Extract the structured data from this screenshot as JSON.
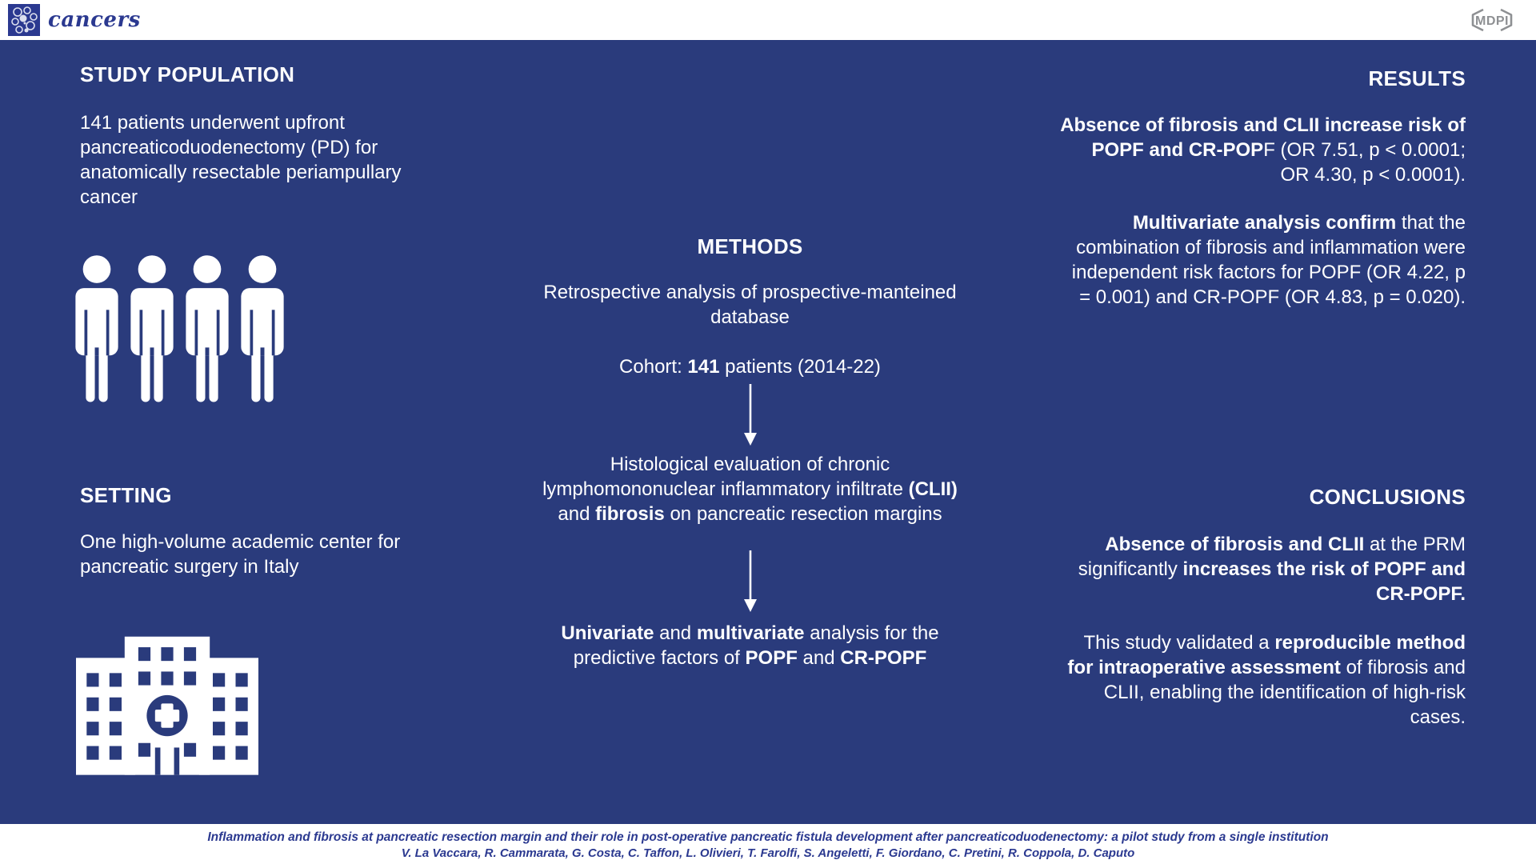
{
  "header": {
    "journal_name": "cancers",
    "publisher": "MDPI"
  },
  "colors": {
    "panel_navy": "#2A3B7C",
    "brand_navy": "#2B3990",
    "mdpi_gray": "#8E9093",
    "text_white": "#FFFFFF"
  },
  "study_population": {
    "heading": "STUDY POPULATION",
    "text": "141 patients underwent upfront pancreaticoduodenectomy (PD) for anatomically resectable periampullary cancer",
    "icon": "four-patients-pictogram"
  },
  "setting": {
    "heading": "SETTING",
    "text": "One high-volume academic center for pancreatic surgery in Italy",
    "icon": "hospital-building-pictogram"
  },
  "methods": {
    "heading": "METHODS",
    "step1": "Retrospective analysis of prospective-manteined database",
    "cohort": [
      {
        "t": "Cohort: "
      },
      {
        "t": "141"
      },
      {
        "t": " patients (2014-22)"
      }
    ],
    "histology": [
      {
        "t": "Histological evaluation of chronic lymphomononuclear inflammatory infiltrate "
      },
      {
        "t": "(CLII)"
      },
      {
        "t": " and "
      },
      {
        "t": "fibrosis"
      },
      {
        "t": " on pancreatic resection margins"
      }
    ],
    "analysis": [
      {
        "t": "Univariate"
      },
      {
        "t": " and "
      },
      {
        "t": "multivariate"
      },
      {
        "t": " analysis for the predictive factors of "
      },
      {
        "t": "POPF"
      },
      {
        "t": " and "
      },
      {
        "t": "CR-POPF"
      }
    ],
    "flow_icon": "down-arrow"
  },
  "results": {
    "heading": "RESULTS",
    "p1": [
      {
        "t": "Absence of fibrosis and CLII increase risk of POPF and CR-POP"
      },
      {
        "t": "F (OR 7.51, p < 0.0001; OR 4.30, p < 0.0001)."
      }
    ],
    "p2": [
      {
        "t": "Multivariate analysis confirm"
      },
      {
        "t": " that the combination of fibrosis and inflammation were independent risk factors for POPF (OR 4.22, p = 0.001) and CR-POPF (OR 4.83, p = 0.020)."
      }
    ]
  },
  "conclusions": {
    "heading": "CONCLUSIONS",
    "p1": [
      {
        "t": "Absence of fibrosis and CLII"
      },
      {
        "t": " at the PRM significantly "
      },
      {
        "t": "increases the risk of POPF and CR-POPF."
      }
    ],
    "p2": [
      {
        "t": "This study validated a "
      },
      {
        "t": "reproducible method for intraoperative assessment"
      },
      {
        "t": " of fibrosis and CLII, enabling the identification of high-risk cases."
      }
    ]
  },
  "footer": {
    "title": "Inflammation and fibrosis at pancreatic resection margin and their role in post-operative pancreatic fistula development after pancreaticoduodenectomy: a pilot study from a single institution",
    "authors": "V. La Vaccara, R. Cammarata, G. Costa, C. Taffon, L. Olivieri, T. Farolfi, S. Angeletti, F. Giordano, C. Pretini, R. Coppola, D. Caputo"
  }
}
